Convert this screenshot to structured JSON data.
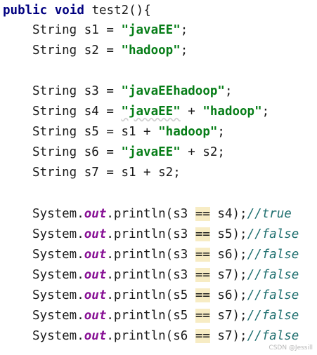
{
  "code": {
    "signature": {
      "kw_public": "public",
      "kw_void": "void",
      "name": "test2(){"
    },
    "decls": [
      {
        "type": "String",
        "lhs": " s1 = ",
        "pre": "",
        "str1": "\"javaEE\"",
        "mid": "",
        "str2": "",
        "post": ";"
      },
      {
        "type": "String",
        "lhs": " s2 = ",
        "pre": "",
        "str1": "\"hadoop\"",
        "mid": "",
        "str2": "",
        "post": ";"
      },
      {
        "type": "String",
        "lhs": " s3 = ",
        "pre": "",
        "str1": "\"javaEEhadoop\"",
        "mid": "",
        "str2": "",
        "post": ";"
      },
      {
        "type": "String",
        "lhs": " s4 = ",
        "pre": "",
        "str1": "\"javaEE\"",
        "mid": " + ",
        "str2": "\"hadoop\"",
        "post": ";"
      },
      {
        "type": "String",
        "lhs": " s5 = ",
        "pre": "s1 + ",
        "str1": "\"hadoop\"",
        "mid": "",
        "str2": "",
        "post": ";"
      },
      {
        "type": "String",
        "lhs": " s6 = ",
        "pre": "",
        "str1": "\"javaEE\"",
        "mid": " + s2;",
        "str2": "",
        "post": ""
      },
      {
        "type": "String",
        "lhs": " s7 = ",
        "pre": "s1 + s2;",
        "str1": "",
        "mid": "",
        "str2": "",
        "post": ""
      }
    ],
    "prints": [
      {
        "sys": "System.",
        "out": "out",
        "call": ".println(s3 ",
        "op": "==",
        "rhs": " s4);",
        "comment": "//true"
      },
      {
        "sys": "System.",
        "out": "out",
        "call": ".println(s3 ",
        "op": "==",
        "rhs": " s5);",
        "comment": "//false"
      },
      {
        "sys": "System.",
        "out": "out",
        "call": ".println(s3 ",
        "op": "==",
        "rhs": " s6);",
        "comment": "//false"
      },
      {
        "sys": "System.",
        "out": "out",
        "call": ".println(s3 ",
        "op": "==",
        "rhs": " s7);",
        "comment": "//false"
      },
      {
        "sys": "System.",
        "out": "out",
        "call": ".println(s5 ",
        "op": "==",
        "rhs": " s6);",
        "comment": "//false"
      },
      {
        "sys": "System.",
        "out": "out",
        "call": ".println(s5 ",
        "op": "==",
        "rhs": " s7);",
        "comment": "//false"
      },
      {
        "sys": "System.",
        "out": "out",
        "call": ".println(s6 ",
        "op": "==",
        "rhs": " s7);",
        "comment": "//false"
      }
    ]
  },
  "watermark": "CSDN @Jessill",
  "colors": {
    "keyword": "#000080",
    "string": "#067d17",
    "field": "#871094",
    "comment": "#1f6f6f",
    "highlight": "#f7ecc4"
  }
}
